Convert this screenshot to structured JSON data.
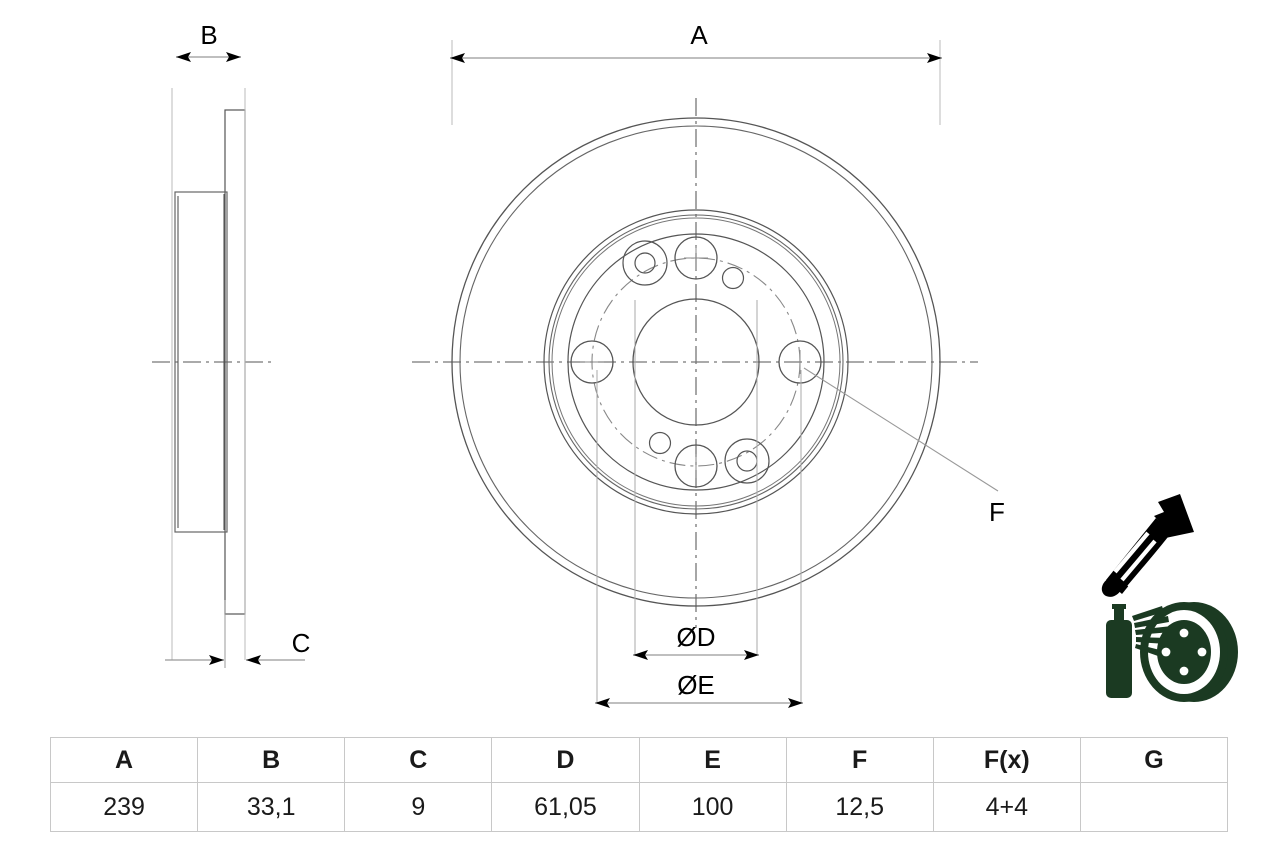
{
  "document": {
    "type": "technical-drawing",
    "subject": "brake-disc",
    "background_color": "#ffffff",
    "line_color": "#444444",
    "text_color": "#000000"
  },
  "drawing": {
    "views": [
      {
        "name": "side-section-view",
        "position": "left",
        "dimensions_shown": [
          "B",
          "C"
        ]
      },
      {
        "name": "front-face-view",
        "position": "center",
        "dimensions_shown": [
          "A",
          "ØD",
          "ØE",
          "F"
        ]
      }
    ],
    "dimension_labels": {
      "a": "A",
      "b": "B",
      "c": "C",
      "d": "ØD",
      "e": "ØE",
      "f": "F"
    }
  },
  "icons": {
    "screw": {
      "name": "countersunk-screw-icon",
      "color": "#000000"
    },
    "spray": {
      "name": "spray-can-hub-icon",
      "color": "#1b3a22"
    }
  },
  "table": {
    "headers": [
      "A",
      "B",
      "C",
      "D",
      "E",
      "F",
      "F(x)",
      "G"
    ],
    "values": [
      "239",
      "33,1",
      "9",
      "61,05",
      "100",
      "12,5",
      "4+4",
      ""
    ],
    "border_color": "#c8c8c8"
  }
}
